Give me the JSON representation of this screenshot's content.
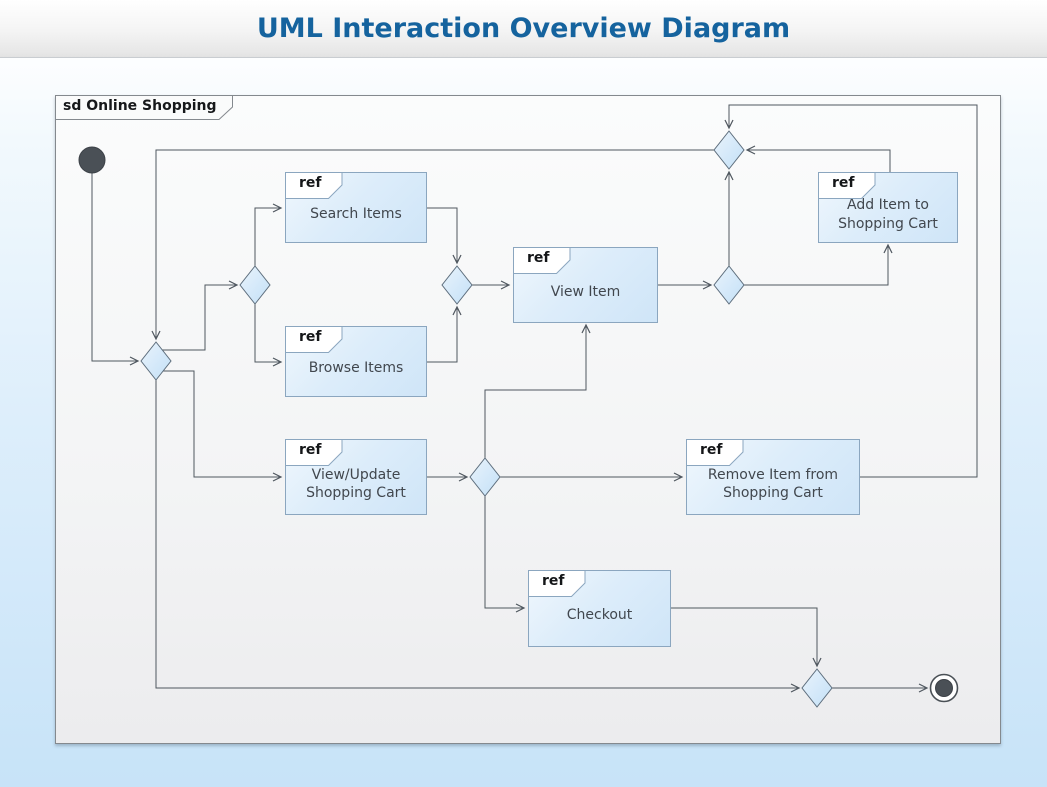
{
  "header": {
    "title": "UML Interaction Overview Diagram"
  },
  "frame": {
    "label": "sd Online Shopping"
  },
  "ref_label": "ref",
  "nodes": {
    "search_items": {
      "label": "Search Items"
    },
    "browse_items": {
      "label": "Browse Items"
    },
    "view_item": {
      "label": "View Item"
    },
    "add_item": {
      "label": "Add Item to Shopping Cart"
    },
    "view_update": {
      "label": "View/Update Shopping Cart"
    },
    "remove_item": {
      "label": "Remove Item from Shopping Cart"
    },
    "checkout": {
      "label": "Checkout"
    }
  },
  "flows": [
    "initial -> main-decision",
    "main-decision -> search-browse-decision",
    "search-browse-decision -> Search Items",
    "search-browse-decision -> Browse Items",
    "Search Items -> merge -> View Item",
    "Browse Items -> merge -> View Item",
    "View Item -> add-decision",
    "add-decision -> Add Item to Shopping Cart",
    "add-decision -> top-merge",
    "Add Item to Shopping Cart -> top-merge",
    "Remove Item from Shopping Cart -> top-merge",
    "top-merge -> main-decision",
    "main-decision -> View/Update Shopping Cart",
    "View/Update Shopping Cart -> cart-decision",
    "cart-decision -> View Item",
    "cart-decision -> Remove Item from Shopping Cart",
    "cart-decision -> Checkout",
    "Checkout -> final-merge",
    "main-decision -> final-merge",
    "final-merge -> final"
  ],
  "colors": {
    "title": "#15639e",
    "node_fill": "#d9eafa",
    "node_border": "#8ba6bf",
    "connector": "#4f575f",
    "diamond_fill": "#cbe3f8",
    "page_background_bottom": "#c7e3f8",
    "initial_final_node": "#4a5056"
  }
}
